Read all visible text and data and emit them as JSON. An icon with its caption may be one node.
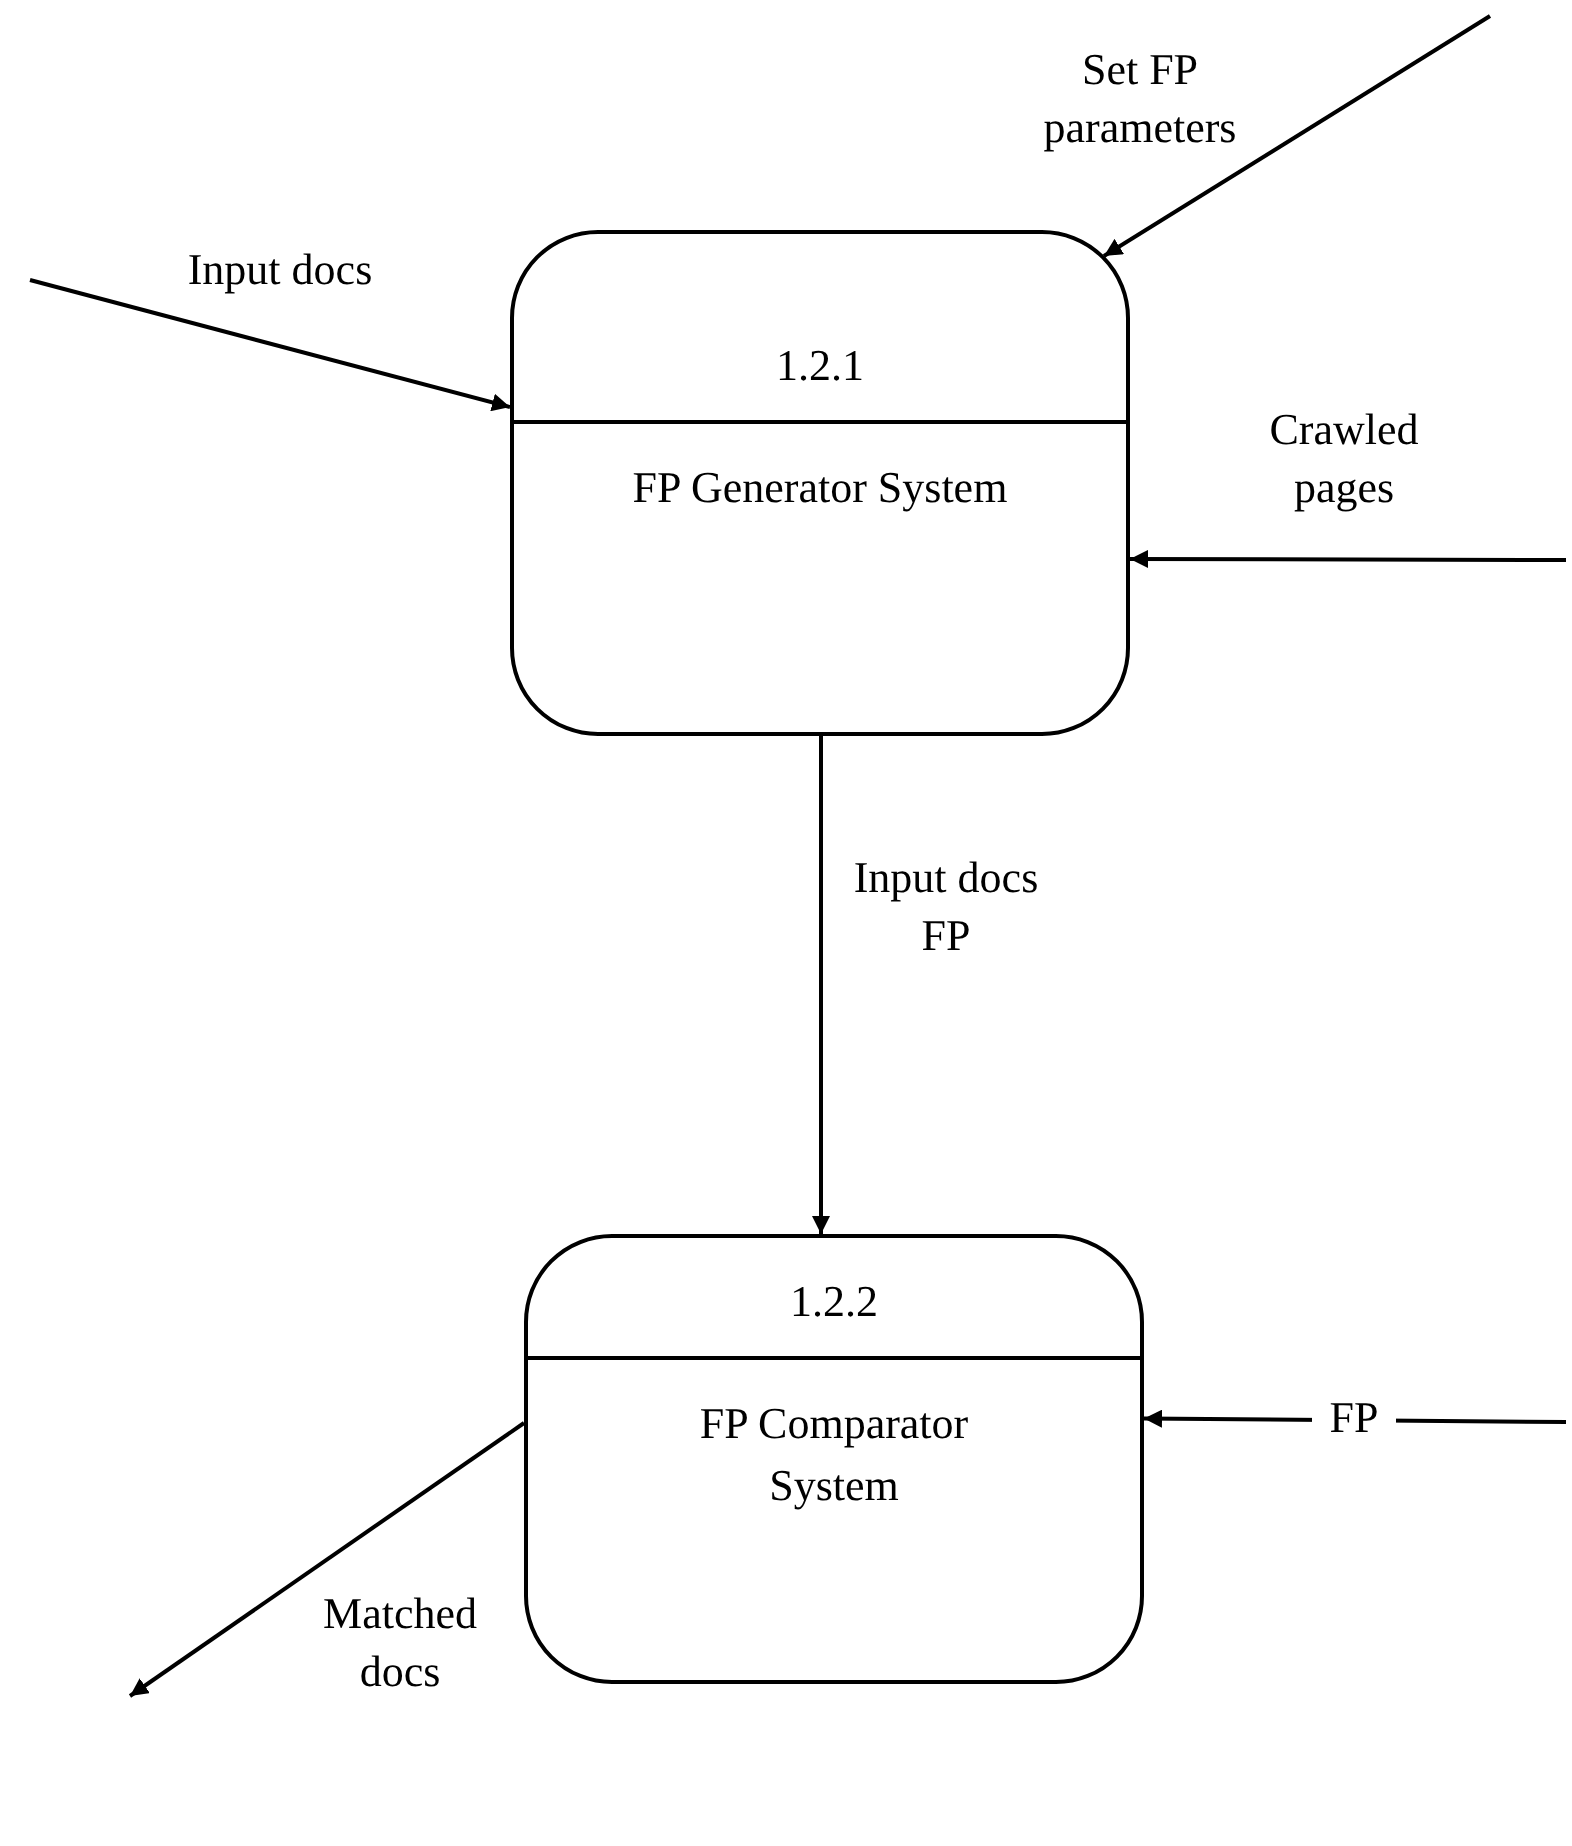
{
  "diagram": {
    "nodes": [
      {
        "text": [
          "1.2.1",
          "FP Generator System"
        ]
      },
      {
        "text": [
          "1.2.2",
          "FP Comparator System"
        ]
      }
    ],
    "edges": [
      {
        "from": null,
        "to": 0,
        "arrow": "to",
        "label": "Input docs"
      },
      {
        "from": null,
        "to": 0,
        "arrow": "to",
        "label": "Set FP parameters"
      },
      {
        "from": null,
        "to": 0,
        "arrow": "to",
        "label": "Crawled pages"
      },
      {
        "from": 0,
        "to": 1,
        "arrow": "to",
        "label": "Input docs FP"
      },
      {
        "from": null,
        "to": 1,
        "arrow": "to",
        "label": "FP"
      },
      {
        "from": 1,
        "to": null,
        "arrow": "to",
        "label": "Matched docs"
      }
    ]
  }
}
